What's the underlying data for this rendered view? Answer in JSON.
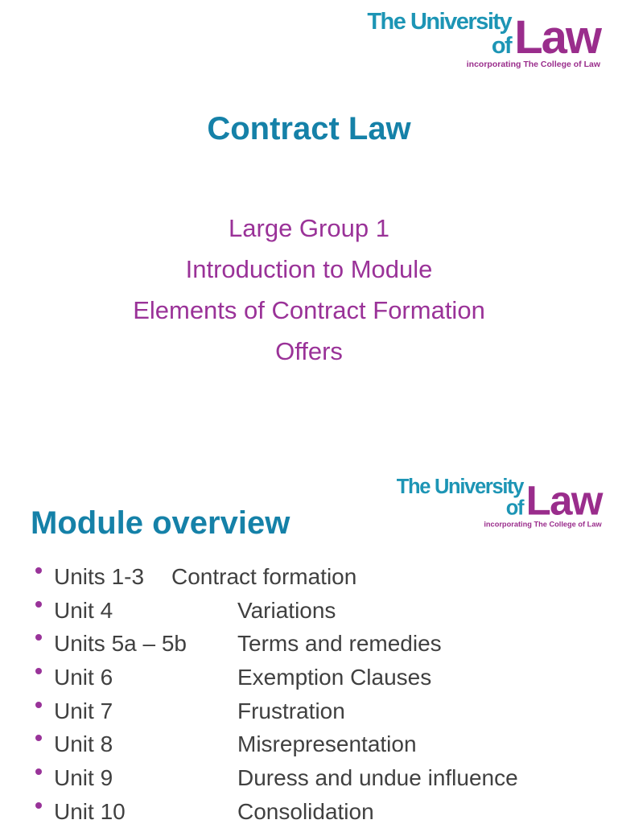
{
  "colors": {
    "heading_teal": "#1581A8",
    "logo_teal": "#1D95B5",
    "logo_purple": "#9A2D8C",
    "subtitle_purple": "#9A3298",
    "bullet_purple": "#993399",
    "body_text": "#404040",
    "background": "#ffffff"
  },
  "logo": {
    "line1": "The University",
    "line2": "of",
    "line3": "Law",
    "tagline": "incorporating The College of Law"
  },
  "slide1": {
    "title": "Contract Law",
    "subtitle_lines": [
      "Large Group 1",
      "Introduction to Module",
      "Elements of Contract Formation",
      "Offers"
    ]
  },
  "slide2": {
    "heading": "Module overview",
    "items": [
      {
        "unit": "Units 1-3",
        "topic": "Contract formation"
      },
      {
        "unit": "Unit 4",
        "topic": "Variations"
      },
      {
        "unit": "Units 5a – 5b",
        "topic": "Terms and remedies"
      },
      {
        "unit": "Unit 6",
        "topic": "Exemption Clauses"
      },
      {
        "unit": "Unit 7",
        "topic": "Frustration"
      },
      {
        "unit": "Unit 8",
        "topic": "Misrepresentation"
      },
      {
        "unit": "Unit 9",
        "topic": "Duress and undue influence"
      },
      {
        "unit": "Unit 10",
        "topic": "Consolidation"
      }
    ]
  }
}
